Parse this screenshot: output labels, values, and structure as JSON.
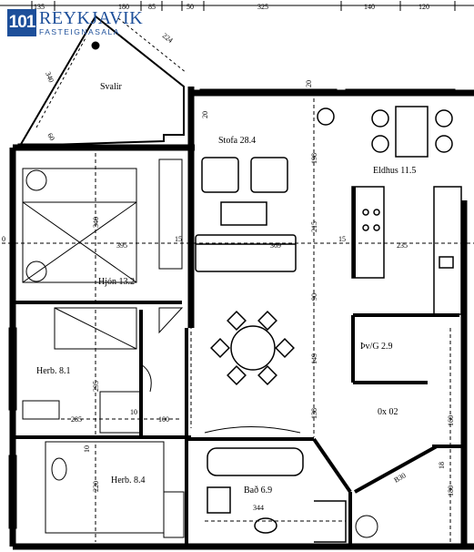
{
  "logo": {
    "badge": "101",
    "name": "REYKJAVIK",
    "sub": "FASTEIGNASALA"
  },
  "rooms": [
    {
      "id": "svalir",
      "label": "Svalir"
    },
    {
      "id": "stofa",
      "label": "Stofa 28.4"
    },
    {
      "id": "eldhus",
      "label": "Eldhus 11.5"
    },
    {
      "id": "hjon",
      "label": "Hjón 13.2"
    },
    {
      "id": "herb1",
      "label": "Herb. 8.1"
    },
    {
      "id": "thvg",
      "label": "Þv/G 2.9"
    },
    {
      "id": "ox",
      "label": "0x 02"
    },
    {
      "id": "herb2",
      "label": "Herb. 8.4"
    },
    {
      "id": "bad",
      "label": "Bað 6.9"
    }
  ],
  "dimensions": [
    "135",
    "180",
    "85",
    "50",
    "325",
    "140",
    "120",
    "224",
    "340",
    "60",
    "20",
    "20",
    "198",
    "340",
    "395",
    "15",
    "369",
    "215",
    "15",
    "235",
    "90",
    "149",
    "138",
    "295",
    "285",
    "10",
    "100",
    "220",
    "344",
    "10",
    "B30",
    "18",
    "180",
    "160",
    "0"
  ]
}
